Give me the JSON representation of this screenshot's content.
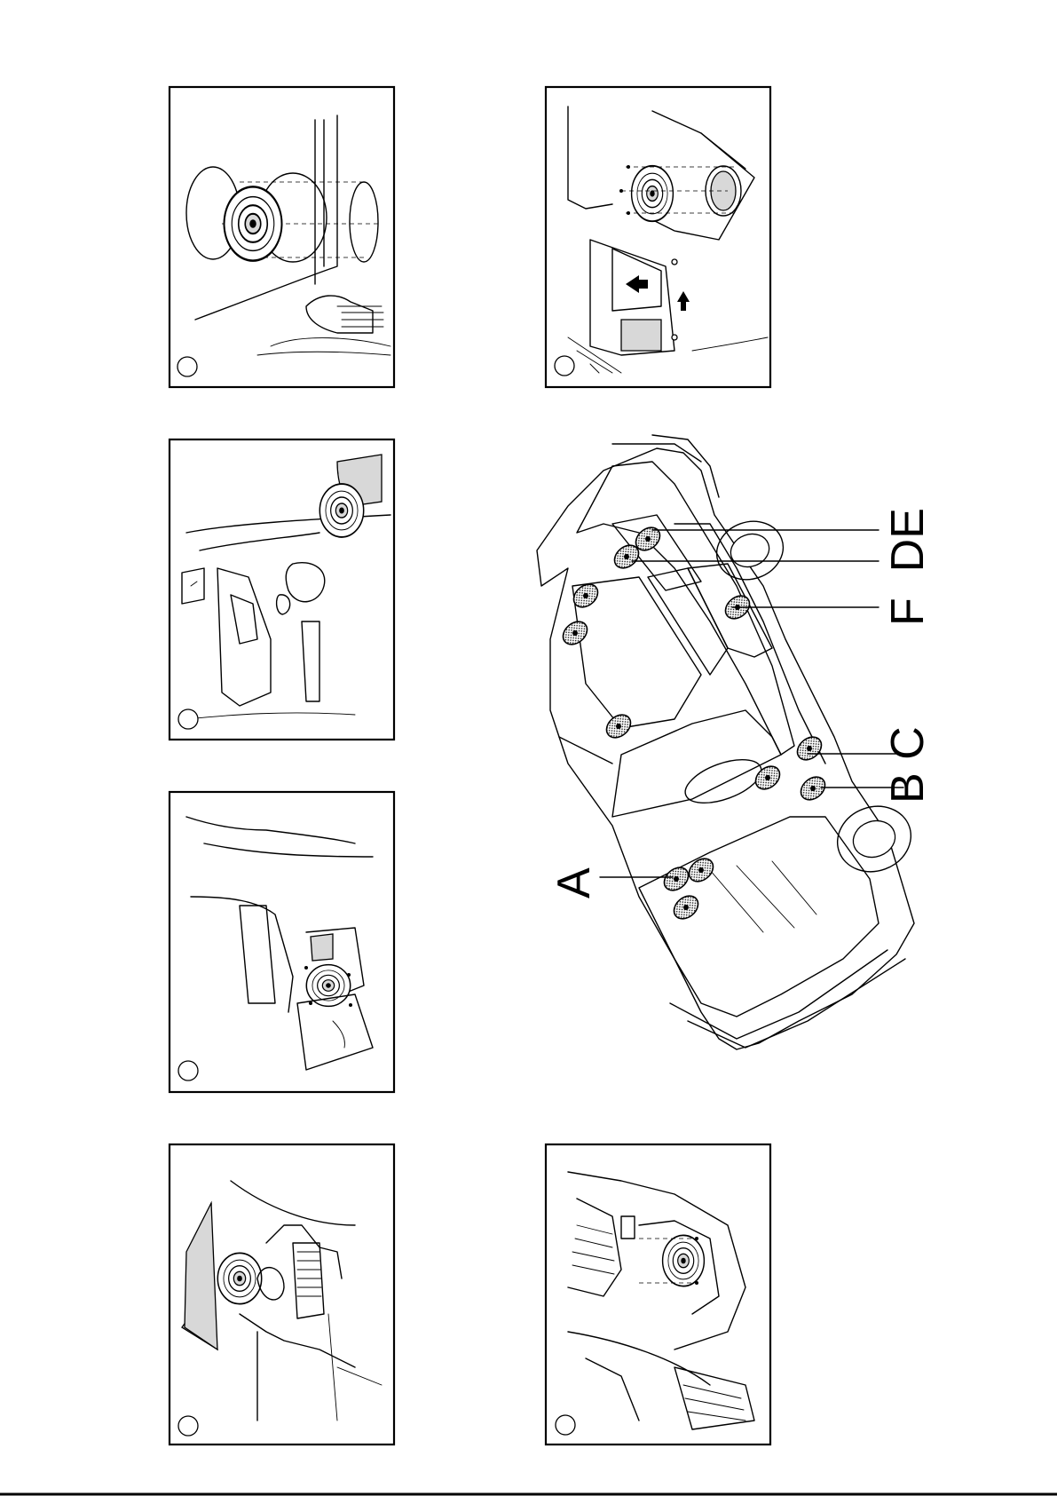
{
  "labels": {
    "A": "A",
    "BC": "B C",
    "FDE": "F  DE"
  },
  "panels": [
    {
      "id": "p1",
      "icon": "speaker-door-exploded-icon"
    },
    {
      "id": "p2",
      "icon": "rear-door-speaker-icon"
    },
    {
      "id": "p3",
      "icon": "dashboard-door-speaker-icon"
    },
    {
      "id": "p4",
      "icon": "dashboard-vent-speaker-icon"
    },
    {
      "id": "p5",
      "icon": "rear-panel-speaker-icon"
    },
    {
      "id": "p6",
      "icon": "footwell-speaker-icon"
    }
  ],
  "car": {
    "icon": "car-speaker-locations-icon"
  }
}
